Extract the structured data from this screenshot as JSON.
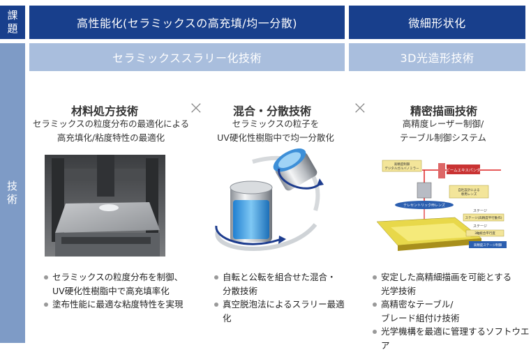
{
  "side": {
    "kadai": "課題",
    "gijutsu": "技術"
  },
  "issues": {
    "left": "高性能化(セラミックスの高充填/均一分散)",
    "right": "微細形状化"
  },
  "tech": {
    "left": "セラミックススラリー化技術",
    "right": "3D光造形技術"
  },
  "times_symbol": "×",
  "columns": [
    {
      "title": "材料処方技術",
      "desc": [
        "セラミックスの粒度分布の最適化による",
        "高充填化/粘度特性の最適化"
      ],
      "bullets": [
        "セラミックスの粒度分布を制御、",
        "UV硬化性樹脂中で高充填率化",
        "塗布性能に最適な粘度特性を実現"
      ]
    },
    {
      "title": "混合・分散技術",
      "desc": [
        "セラミックスの粒子を",
        "UV硬化性樹脂中で均一分散化"
      ],
      "bullets": [
        "自転と公転を組合せた混合・",
        "分散技術",
        "真空脱泡法によるスラリー最適化"
      ]
    },
    {
      "title": "精密描画技術",
      "desc": [
        "高精度レーザー制御/",
        "テーブル制御システム"
      ],
      "bullets": [
        "安定した高精細描画を可能とする",
        "光学技術",
        "高精密なテーブル/",
        "ブレード組付け技術",
        "光学機構を最適に管理するソフトウエア"
      ]
    }
  ],
  "diagram_labels": {
    "mirror": "高精度制御\nデジタルガルバノミラー",
    "beam": "ビームエキスパンダ",
    "focus": "自社設計による\n専用レンズ",
    "telecentric": "テレセントリックfθレンズ",
    "stage": "ステージ",
    "blade": "ステージ(高精度平行動作)",
    "stage2": "ステージ",
    "blade2": "3軸統合平行度",
    "table": "高精度ステージ制御"
  },
  "colors": {
    "dark_blue": "#183f8c",
    "light_blue": "#a9bedd",
    "side_light": "#7e9bc6"
  }
}
